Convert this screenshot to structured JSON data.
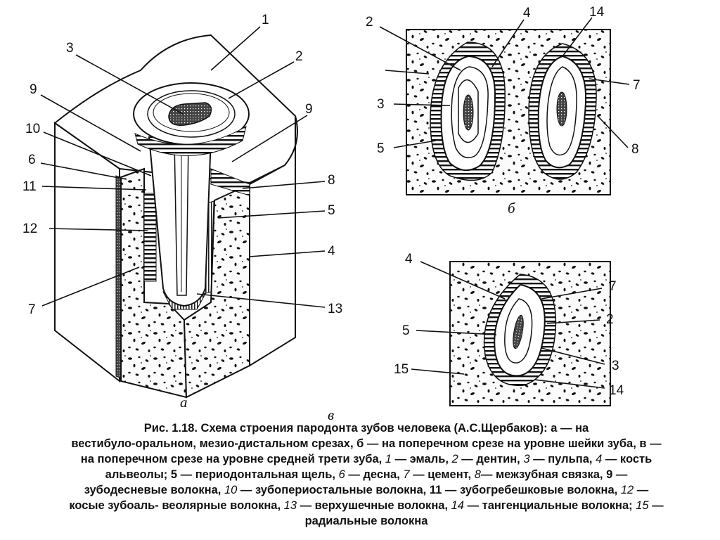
{
  "panels": {
    "a": {
      "letter": "а",
      "labels": [
        "1",
        "2",
        "3",
        "9",
        "9",
        "10",
        "6",
        "11",
        "12",
        "7",
        "8",
        "5",
        "4",
        "13"
      ]
    },
    "b": {
      "letter": "б",
      "labels": [
        "2",
        "4",
        "14",
        "7",
        "3",
        "8",
        "5"
      ]
    },
    "v": {
      "letter": "в",
      "labels": [
        "4",
        "7",
        "2",
        "5",
        "3",
        "15",
        "14"
      ]
    }
  },
  "caption": {
    "line1": "Рис. 1.18. Схема строения пародонта зубов человека (А.С.Щербаков): а — на",
    "line2": "вестибуло-оральном, мезио-дистальном срезах, б — на поперечном срезе на уровне шейки зуба, в —",
    "line3_a": "на поперечном срезе на уровне средней трети зуба, ",
    "n1": "1",
    "t1": " — эмаль, ",
    "n2": "2",
    "t2": " — дентин, ",
    "n3": "3",
    "t3": " — пульпа, ",
    "n4": "4",
    "t4": " — кость",
    "line4_a": "альвеолы; 5 — периодонтальная щель, ",
    "n6": "6",
    "t6": " — десна, ",
    "n7": "7",
    "t7": " — цемент, ",
    "n8": "8",
    "t8": "— межзубная связка, 9 —",
    "line5_a": "зубодесневые волокна, ",
    "n10": "10",
    "t10": " — зубопериостальные волокна, 11 — зубогребешковые волокна, ",
    "n12": "12",
    "t12": " —",
    "line6_a": "косые зубоаль- веолярные волокна, ",
    "n13": "13",
    "t13": " — верхушечные волокна, ",
    "n14": "14",
    "t14": " — тангенциальные волокна; ",
    "n15": "15",
    "t15": " —",
    "line7": "радиальные волокна"
  }
}
